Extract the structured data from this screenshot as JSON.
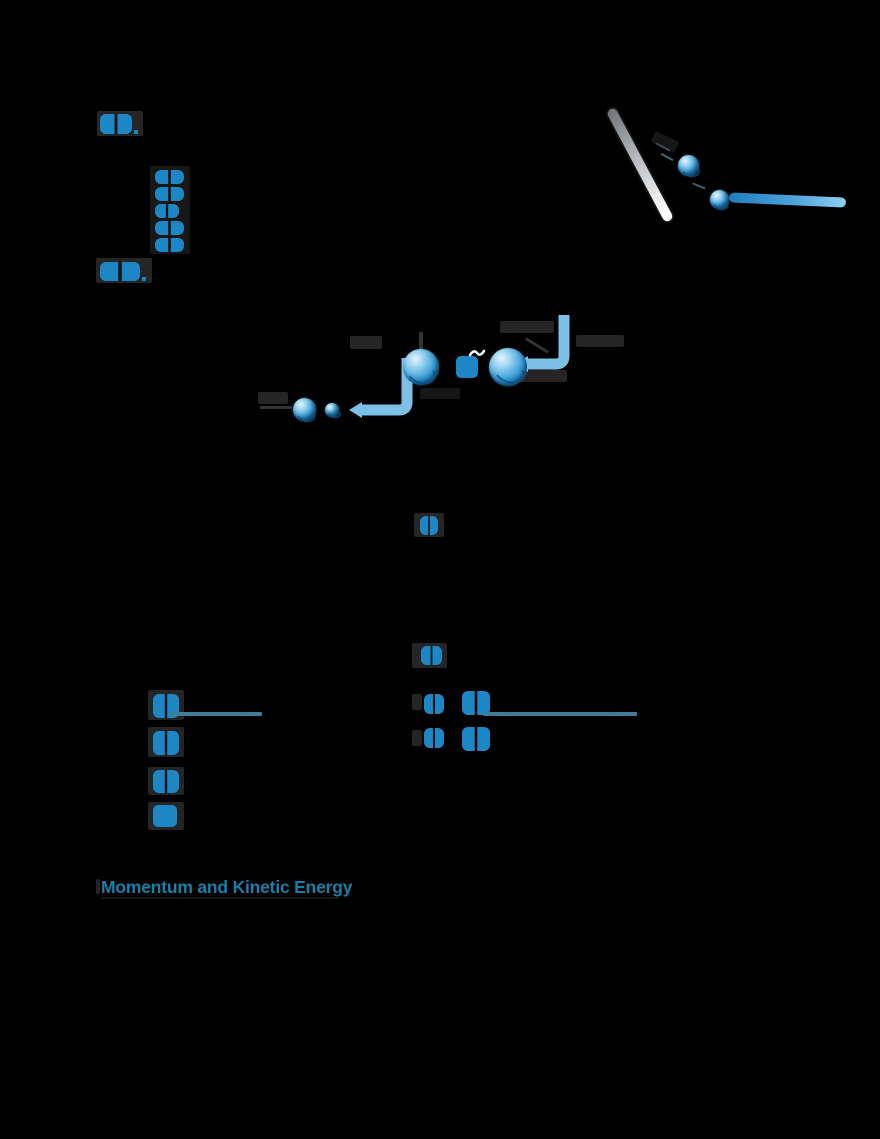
{
  "heading": {
    "text": "Momentum and Kinetic Energy"
  },
  "colors": {
    "accent": "#1d86c4",
    "light_path": "#7cbfe7",
    "teal_rule": "#3f7e97",
    "heading": "#177fa9",
    "streak_start": "#1d7fc0",
    "streak_end": "#8fd0ee",
    "background": "#000000",
    "ghost_gray": "#2e2e2e"
  },
  "graphics": {
    "section_marker_top": {
      "type": "blue-glyph-blob"
    },
    "section_marker_mid": {
      "type": "blue-glyph-blob"
    },
    "glyph_stack": {
      "count": 5,
      "type": "blue-glyph-blob-column"
    },
    "top_illustration": {
      "stick": "white-gradient-stick",
      "comet_balls": 2,
      "motion_streak": "long-blue-trail"
    },
    "mid_figure": {
      "swirl_balls": 3,
      "small_ball": 1,
      "blue_square": 1,
      "elbow_arrows": 2,
      "white_glyph": 1
    },
    "equation_glyphs": {
      "isolated": 2,
      "grid_2x2": 4
    },
    "list_markers": {
      "count": 4,
      "last_is_solid_square": true
    },
    "teal_rules": {
      "count": 2
    }
  }
}
